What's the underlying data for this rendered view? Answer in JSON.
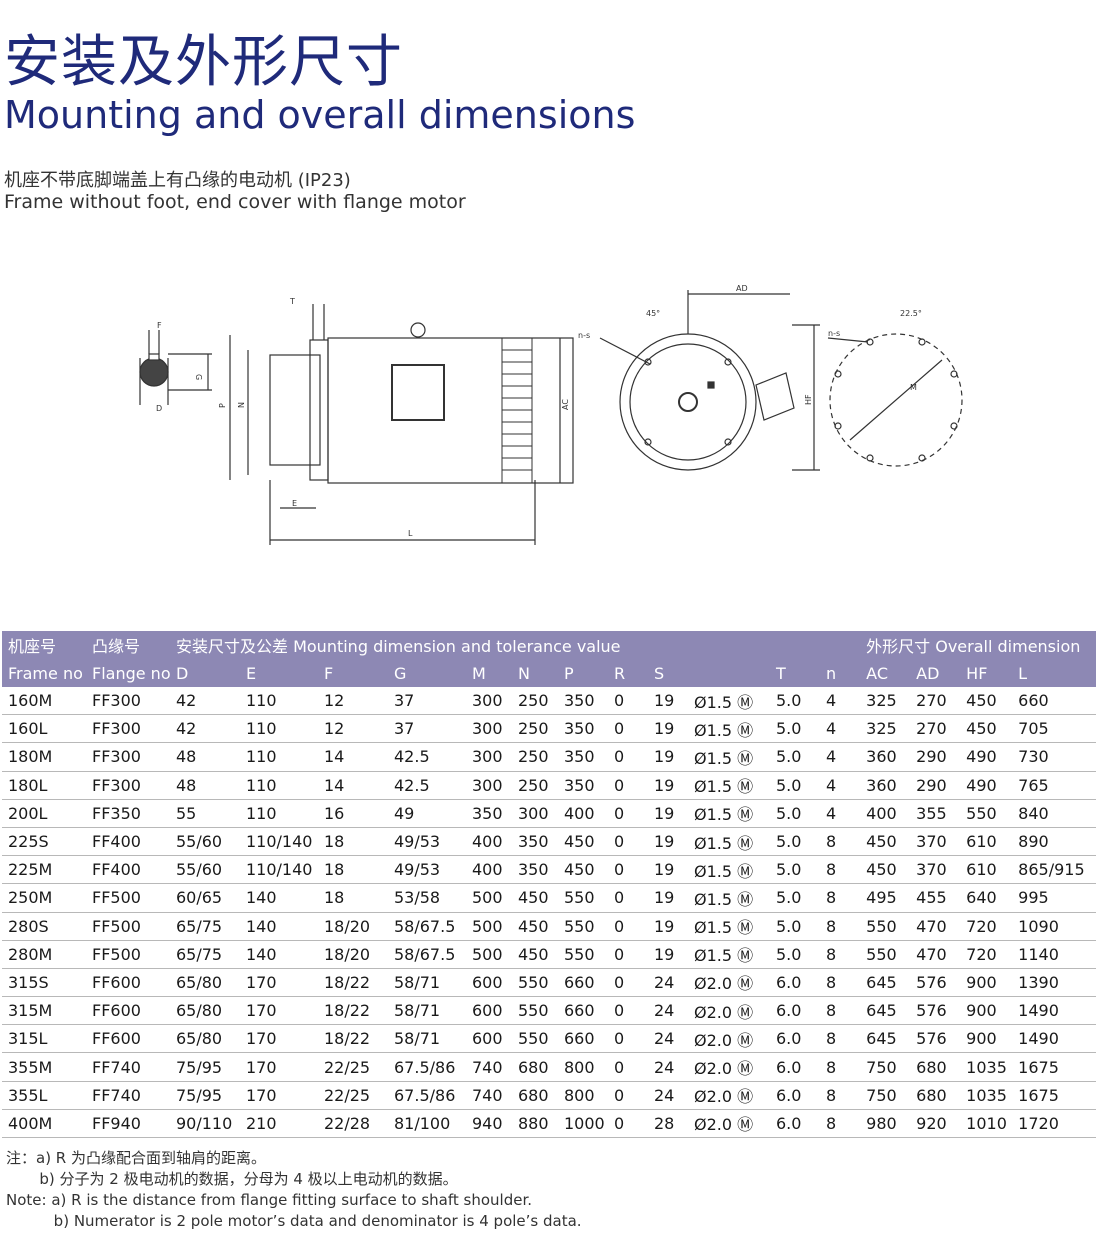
{
  "title_cn": "安装及外形尺寸",
  "title_en": "Mounting and overall dimensions",
  "subtitle_cn": "机座不带底脚端盖上有凸缘的电动机 (IP23)",
  "subtitle_en": "Frame without foot, end cover with flange motor",
  "drawing_labels": {
    "F": "F",
    "G": "G",
    "D": "D",
    "T": "T",
    "P": "P",
    "N": "N",
    "E": "E",
    "L": "L",
    "AC": "AC",
    "AD": "AD",
    "HF": "HF",
    "ns1": "n-s",
    "ns2": "n-s",
    "deg45": "45°",
    "deg225": "22.5°",
    "M": "M"
  },
  "table": {
    "head1": {
      "frame_cn": "机座号",
      "flange_cn": "凸缘号",
      "mounting": "安装尺寸及公差 Mounting dimension and tolerance value",
      "overall": "外形尺寸 Overall dimension"
    },
    "head2": [
      "Frame no",
      "Flange no",
      "D",
      "E",
      "F",
      "G",
      "M",
      "N",
      "P",
      "R",
      "S",
      "",
      "T",
      "n",
      "AC",
      "AD",
      "HF",
      "L"
    ],
    "rows": [
      [
        "160M",
        "FF300",
        "42",
        "110",
        "12",
        "37",
        "300",
        "250",
        "350",
        "0",
        "19",
        "Ø1.5 Ⓜ",
        "5.0",
        "4",
        "325",
        "270",
        "450",
        "660"
      ],
      [
        "160L",
        "FF300",
        "42",
        "110",
        "12",
        "37",
        "300",
        "250",
        "350",
        "0",
        "19",
        "Ø1.5 Ⓜ",
        "5.0",
        "4",
        "325",
        "270",
        "450",
        "705"
      ],
      [
        "180M",
        "FF300",
        "48",
        "110",
        "14",
        "42.5",
        "300",
        "250",
        "350",
        "0",
        "19",
        "Ø1.5 Ⓜ",
        "5.0",
        "4",
        "360",
        "290",
        "490",
        "730"
      ],
      [
        "180L",
        "FF300",
        "48",
        "110",
        "14",
        "42.5",
        "300",
        "250",
        "350",
        "0",
        "19",
        "Ø1.5 Ⓜ",
        "5.0",
        "4",
        "360",
        "290",
        "490",
        "765"
      ],
      [
        "200L",
        "FF350",
        "55",
        "110",
        "16",
        "49",
        "350",
        "300",
        "400",
        "0",
        "19",
        "Ø1.5 Ⓜ",
        "5.0",
        "4",
        "400",
        "355",
        "550",
        "840"
      ],
      [
        "225S",
        "FF400",
        "55/60",
        "110/140",
        "18",
        "49/53",
        "400",
        "350",
        "450",
        "0",
        "19",
        "Ø1.5 Ⓜ",
        "5.0",
        "8",
        "450",
        "370",
        "610",
        "890"
      ],
      [
        "225M",
        "FF400",
        "55/60",
        "110/140",
        "18",
        "49/53",
        "400",
        "350",
        "450",
        "0",
        "19",
        "Ø1.5 Ⓜ",
        "5.0",
        "8",
        "450",
        "370",
        "610",
        "865/915"
      ],
      [
        "250M",
        "FF500",
        "60/65",
        "140",
        "18",
        "53/58",
        "500",
        "450",
        "550",
        "0",
        "19",
        "Ø1.5 Ⓜ",
        "5.0",
        "8",
        "495",
        "455",
        "640",
        "995"
      ],
      [
        "280S",
        "FF500",
        "65/75",
        "140",
        "18/20",
        "58/67.5",
        "500",
        "450",
        "550",
        "0",
        "19",
        "Ø1.5 Ⓜ",
        "5.0",
        "8",
        "550",
        "470",
        "720",
        "1090"
      ],
      [
        "280M",
        "FF500",
        "65/75",
        "140",
        "18/20",
        "58/67.5",
        "500",
        "450",
        "550",
        "0",
        "19",
        "Ø1.5 Ⓜ",
        "5.0",
        "8",
        "550",
        "470",
        "720",
        "1140"
      ],
      [
        "315S",
        "FF600",
        "65/80",
        "170",
        "18/22",
        "58/71",
        "600",
        "550",
        "660",
        "0",
        "24",
        "Ø2.0 Ⓜ",
        "6.0",
        "8",
        "645",
        "576",
        "900",
        "1390"
      ],
      [
        "315M",
        "FF600",
        "65/80",
        "170",
        "18/22",
        "58/71",
        "600",
        "550",
        "660",
        "0",
        "24",
        "Ø2.0 Ⓜ",
        "6.0",
        "8",
        "645",
        "576",
        "900",
        "1490"
      ],
      [
        "315L",
        "FF600",
        "65/80",
        "170",
        "18/22",
        "58/71",
        "600",
        "550",
        "660",
        "0",
        "24",
        "Ø2.0 Ⓜ",
        "6.0",
        "8",
        "645",
        "576",
        "900",
        "1490"
      ],
      [
        "355M",
        "FF740",
        "75/95",
        "170",
        "22/25",
        "67.5/86",
        "740",
        "680",
        "800",
        "0",
        "24",
        "Ø2.0 Ⓜ",
        "6.0",
        "8",
        "750",
        "680",
        "1035",
        "1675"
      ],
      [
        "355L",
        "FF740",
        "75/95",
        "170",
        "22/25",
        "67.5/86",
        "740",
        "680",
        "800",
        "0",
        "24",
        "Ø2.0 Ⓜ",
        "6.0",
        "8",
        "750",
        "680",
        "1035",
        "1675"
      ],
      [
        "400M",
        "FF940",
        "90/110",
        "210",
        "22/28",
        "81/100",
        "940",
        "880",
        "1000",
        "0",
        "28",
        "Ø2.0 Ⓜ",
        "6.0",
        "8",
        "980",
        "920",
        "1010",
        "1720"
      ]
    ]
  },
  "notes": [
    "注：a) R 为凸缘配合面到轴肩的距离。",
    "       b) 分子为 2 极电动机的数据，分母为 4 极以上电动机的数据。",
    "Note: a) R is the distance from flange fitting surface to shaft shoulder.",
    "          b) Numerator is 2 pole motor’s data and denominator is 4 pole’s data."
  ]
}
